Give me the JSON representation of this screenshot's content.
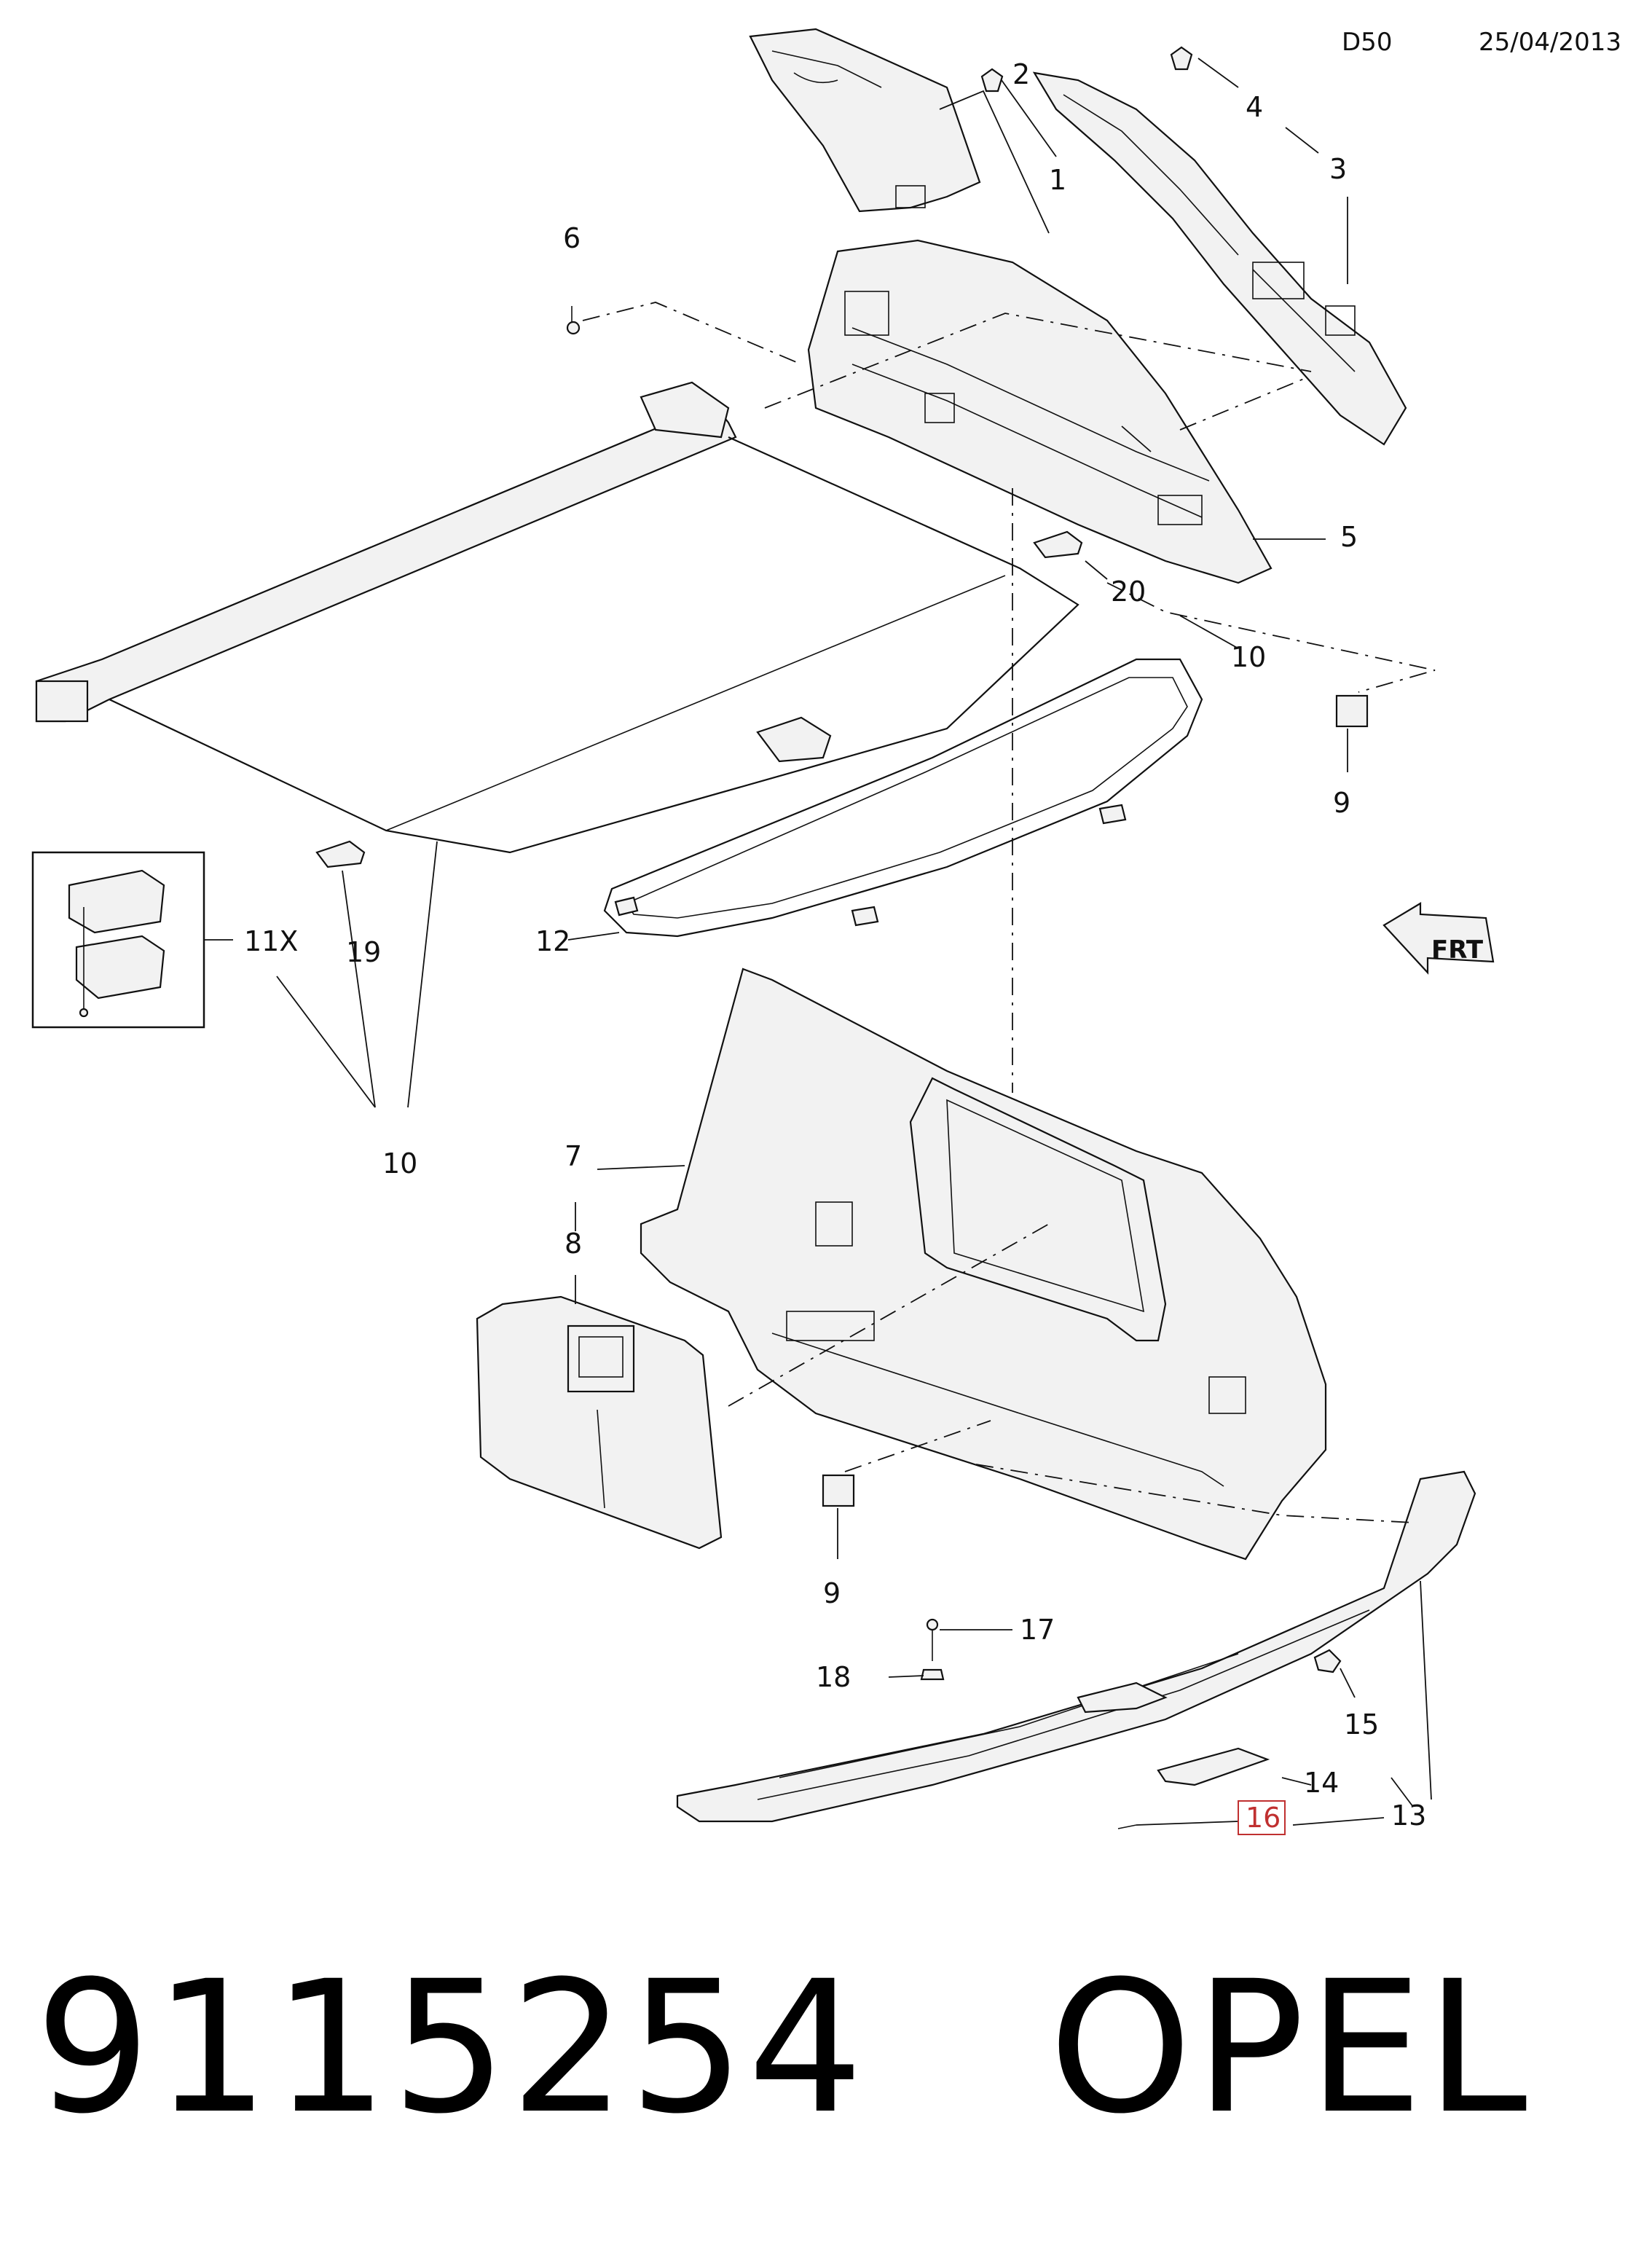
{
  "header": {
    "code": "D50",
    "date": "25/04/2013"
  },
  "callouts": {
    "c1": "1",
    "c2": "2",
    "c3": "3",
    "c4": "4",
    "c5": "5",
    "c6": "6",
    "c7": "7",
    "c8": "8",
    "c9a": "9",
    "c9b": "9",
    "c10a": "10",
    "c10b": "10",
    "c11x": "11X",
    "c12": "12",
    "c13a": "13",
    "c14": "14",
    "c15": "15",
    "c16": "16",
    "c17": "17",
    "c18": "18",
    "c19": "19",
    "c20": "20"
  },
  "front_arrow_label": "FRT",
  "highlight_color": "#c03030",
  "footer": {
    "part_number": "9115254",
    "brand": "OPEL"
  }
}
